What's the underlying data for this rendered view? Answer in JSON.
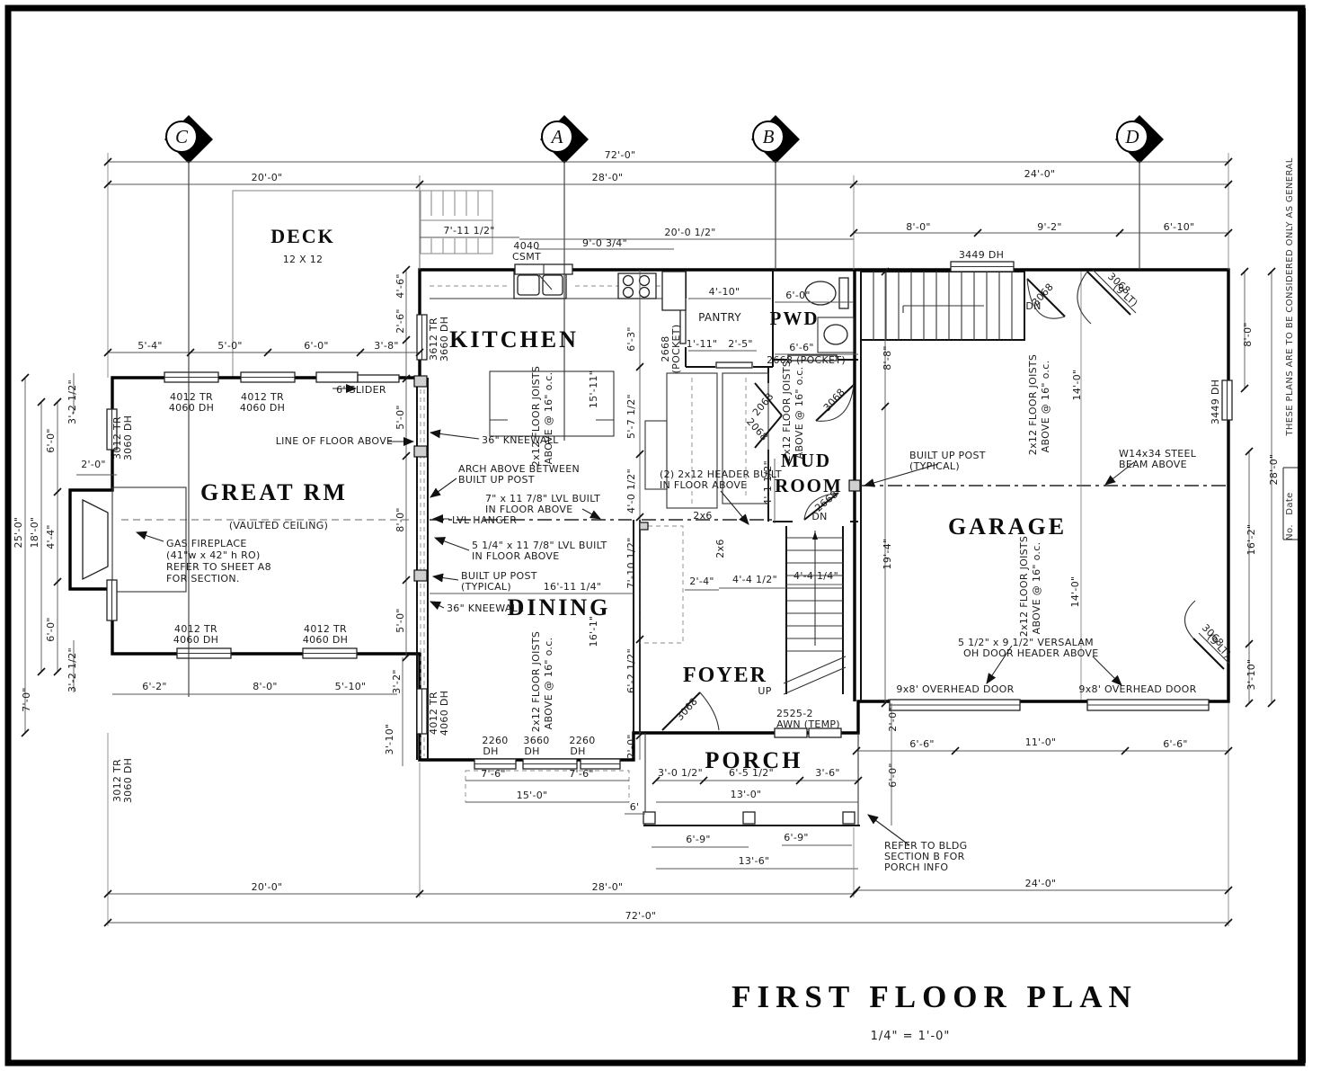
{
  "page": {
    "title": "FIRST FLOOR PLAN",
    "scale": "1/4\" = 1'-0\"",
    "side_note": "THESE PLANS ARE TO BE CONSIDERED ONLY AS GENERAL",
    "no_label": "No.",
    "date_label": "Date"
  },
  "markers": {
    "a": "A",
    "b": "B",
    "c": "C",
    "d": "D"
  },
  "rooms": {
    "deck": "DECK",
    "deck_size": "12 X 12",
    "great_rm": "GREAT RM",
    "vaulted": "(VAULTED CEILING)",
    "kitchen": "KITCHEN",
    "dining": "DINING",
    "foyer": "FOYER",
    "porch": "PORCH",
    "pantry": "PANTRY",
    "pwd": "PWD",
    "mud1": "MUD",
    "mud2": "ROOM",
    "garage": "GARAGE"
  },
  "windows": {
    "w3012": "3012 TR",
    "w3060": "3060 DH",
    "w4012": "4012 TR",
    "w4060": "4060 DH",
    "slider": "6' SLIDER",
    "w3612": "3612 TR",
    "w3660": "3660 DH",
    "w4040": "4040",
    "csmt": "CSMT",
    "w3449": "3449 DH",
    "w2260": "2260",
    "w3660s": "3660",
    "dh": "DH",
    "awn1": "2525-2",
    "awn2": "AWN (TEMP)"
  },
  "doors": {
    "d2668": "2668",
    "pocket": "(POCKET)",
    "pocket2": "2668 (POCKET)",
    "d2068": "2068",
    "d3068": "3068",
    "lt9": "(9 LT)",
    "dn": "DN",
    "up": "UP",
    "ohd": "9x8' OVERHEAD DOOR"
  },
  "notes": {
    "line_above": "LINE OF FLOOR ABOVE",
    "fp1": "GAS FIREPLACE",
    "fp2": "(41\"w x 42\" h RO)",
    "fp3": "REFER TO SHEET A8",
    "fp4": "FOR SECTION.",
    "kneewall": "36\" KNEEWALL",
    "arch1": "ARCH ABOVE BETWEEN",
    "arch2": "BUILT UP POST",
    "lvl7a": "7\" x 11 7/8\" LVL BUILT",
    "lvl7b": "IN FLOOR ABOVE",
    "lvl_hanger": "LVL HANGER",
    "lvl5a": "5 1/4\" x 11 7/8\" LVL BUILT",
    "bup1": "BUILT UP POST",
    "bup2": "(TYPICAL)",
    "joists1": "2x12 FLOOR JOISTS",
    "joists2": "ABOVE @ 16\" o.c.",
    "hdr1": "(2) 2x12 HEADER BUILT",
    "hdr2": "IN FLOOR ABOVE",
    "steel1": "W14x34 STEEL",
    "steel2": "BEAM ABOVE",
    "versalam1": "5 1/2\" x 9 1/2\" VERSALAM",
    "versalam2": "OH DOOR HEADER ABOVE",
    "ref1": "REFER TO BLDG",
    "ref2": "SECTION B FOR",
    "ref3": "PORCH INFO",
    "t2x6": "2x6"
  },
  "dims": {
    "d72": "72'-0\"",
    "d28": "28'-0\"",
    "d20": "20'-0\"",
    "d24": "24'-0\"",
    "d7_11": "7'-11 1/2\"",
    "d20h": "20'-0 1/2\"",
    "d9_0": "9'-0 3/4\"",
    "d8_0": "8'-0\"",
    "d9_2": "9'-2\"",
    "d6_10": "6'-10\"",
    "d5_4": "5'-4\"",
    "d5_0": "5'-0\"",
    "d6_0": "6'-0\"",
    "d3_8": "3'-8\"",
    "d3_2h": "3'-2 1/2\"",
    "d25": "25'-0\"",
    "d18": "18'-0\"",
    "d4_4": "4'-4\"",
    "d2_0": "2'-0\"",
    "d7_0": "7'-0\"",
    "d6_2": "6'-2\"",
    "d5_10": "5'-10\"",
    "d3_2": "3'-2\"",
    "d3_10": "3'-10\"",
    "d4_6": "4'-6\"",
    "d2_6": "2'-6\"",
    "d15_11": "15'-11\"",
    "d6_3": "6'-3\"",
    "d5_7": "5'-7 1/2\"",
    "d4_0": "4'-0 1/2\"",
    "d7_10": "7'-10 1/2\"",
    "d16_11": "16'-11 1/4\"",
    "d16_1": "16'-1\"",
    "d6_2h": "6'-2 1/2\"",
    "d4_10": "4'-10\"",
    "d1_11": "1'-11\"",
    "d2_5": "2'-5\"",
    "d6_6": "6'-6\"",
    "d8_8": "8'-8\"",
    "d4_1": "4'-1 1/2\"",
    "d2_4": "2'-4\"",
    "d4_4h": "4'-4 1/2\"",
    "d4_4q": "4'-4 1/4\"",
    "d19_4": "19'-4\"",
    "d3_0": "3'-0 1/2\"",
    "d6_5": "6'-5 1/2\"",
    "d3_6": "3'-6\"",
    "d13_0": "13'-0\"",
    "d6ft": "6'",
    "d6_9": "6'-9\"",
    "d13_6": "13'-6\"",
    "d7_6": "7'-6\"",
    "d15_0": "15'-0\"",
    "d14_0": "14'-0\"",
    "d16_2": "16'-2\"",
    "d11_0": "11'-0\""
  }
}
